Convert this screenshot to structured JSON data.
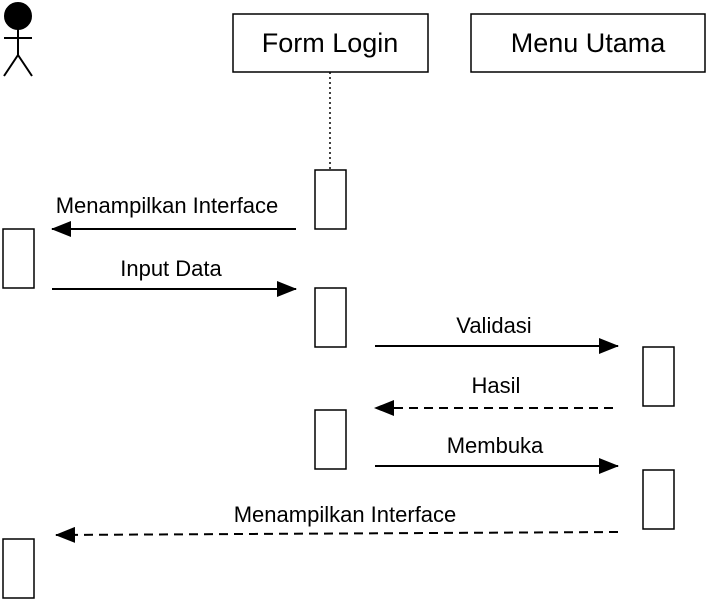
{
  "lifelines": [
    {
      "name": "Form Login"
    },
    {
      "name": "Menu Utama"
    }
  ],
  "messages": [
    {
      "label": "Menampilkan Interface",
      "style": "solid"
    },
    {
      "label": "Input Data",
      "style": "solid"
    },
    {
      "label": "Validasi",
      "style": "solid"
    },
    {
      "label": "Hasil",
      "style": "dashed"
    },
    {
      "label": "Membuka",
      "style": "solid"
    },
    {
      "label": "Menampilkan Interface",
      "style": "dashed"
    }
  ],
  "colors": {
    "stroke": "#000000",
    "background": "#ffffff"
  }
}
